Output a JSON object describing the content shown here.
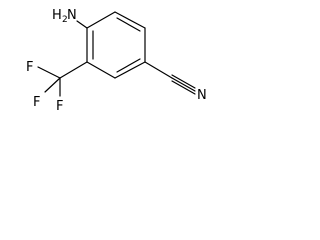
{
  "molecule": {
    "atoms": {
      "amino_N": "N",
      "amino_H": "H",
      "amino_H_count": "2",
      "fluorine_1": "F",
      "fluorine_2": "F",
      "fluorine_3": "F",
      "nitrile_N": "N"
    }
  }
}
